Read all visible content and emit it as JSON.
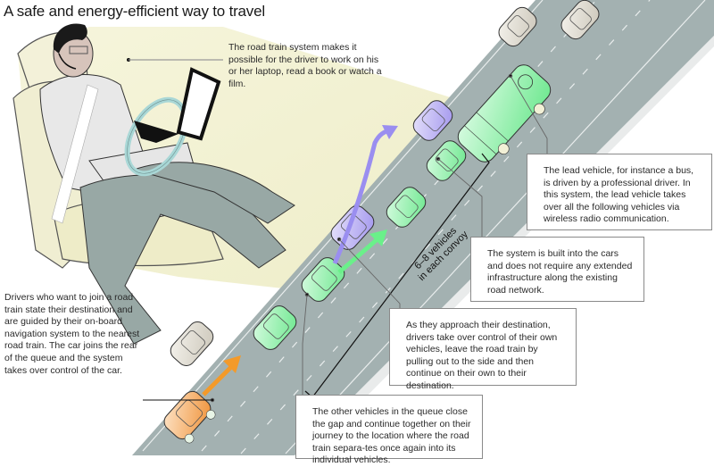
{
  "title": "A safe and energy-efficient way to travel",
  "callouts": {
    "driver_note": "The road train system makes it possible for the driver to work on his or her laptop, read a book or watch a film.",
    "join_note": "Drivers who want to join a road train state their destination and are guided by their on-board navigation system to the nearest road train. The car joins the rear of the queue and the system takes over control of the car.",
    "lead_vehicle": "The lead vehicle, for instance a bus, is driven by a professional driver. In this system, the lead vehicle takes over all the following vehicles via wireless radio communication.",
    "built_in": "The system is built into the cars and does not require any extended infrastructure along the existing road network.",
    "leaving": "As they approach their destination, drivers take over control of their own vehicles, leave the road train by pulling out to the side and then continue on their own to their destination.",
    "closing_gap": "The other vehicles in the queue close the gap and continue together on their journey to the location where the road train separa-tes once again into its individual vehicles."
  },
  "convoy_label": {
    "line1": "6–8 vehicles",
    "line2": "in each convoy"
  },
  "colors": {
    "road": "#a3b1b1",
    "lead_bus": "#8ff0a8",
    "convoy_car": "#8ff0a8",
    "leaving_car": "#b3a8f0",
    "joining_car": "#f5a046",
    "other_traffic": "#e2ddd2",
    "cabin_bg": "#f3f2d3",
    "arrow_join": "#f39a2a",
    "arrow_leave": "#9a8ef0",
    "arrow_close": "#6af08a"
  }
}
